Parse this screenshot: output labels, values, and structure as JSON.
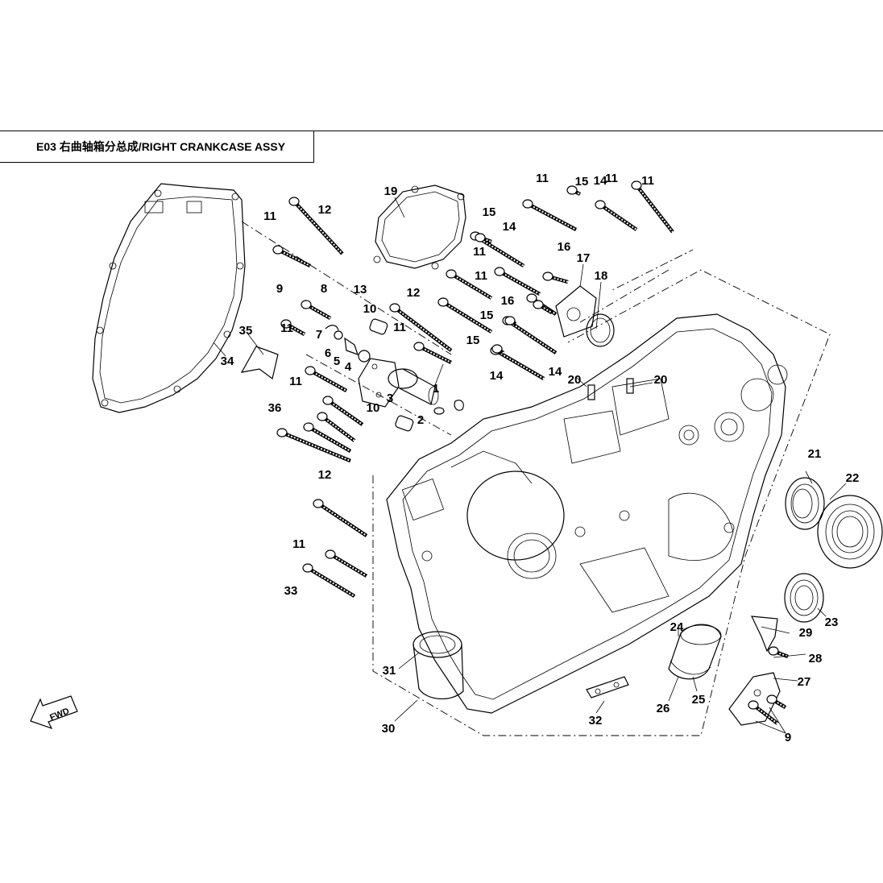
{
  "title": "E03 右曲轴箱分总成/RIGHT CRANKCASE ASSY",
  "fwd_label": "FWD",
  "callouts": [
    {
      "id": "c1",
      "text": "1"
    },
    {
      "id": "c2",
      "text": "2"
    },
    {
      "id": "c3",
      "text": "3"
    },
    {
      "id": "c4",
      "text": "4"
    },
    {
      "id": "c5",
      "text": "5"
    },
    {
      "id": "c6",
      "text": "6"
    },
    {
      "id": "c7",
      "text": "7"
    },
    {
      "id": "c8",
      "text": "8"
    },
    {
      "id": "c9a",
      "text": "9"
    },
    {
      "id": "c9b",
      "text": "9"
    },
    {
      "id": "c10a",
      "text": "10"
    },
    {
      "id": "c10b",
      "text": "10"
    },
    {
      "id": "c11a",
      "text": "11"
    },
    {
      "id": "c11b",
      "text": "11"
    },
    {
      "id": "c11c",
      "text": "11"
    },
    {
      "id": "c11d",
      "text": "11"
    },
    {
      "id": "c11e",
      "text": "11"
    },
    {
      "id": "c11f",
      "text": "11"
    },
    {
      "id": "c11g",
      "text": "11"
    },
    {
      "id": "c11h",
      "text": "11"
    },
    {
      "id": "c11i",
      "text": "11"
    },
    {
      "id": "c11j",
      "text": "11"
    },
    {
      "id": "c12a",
      "text": "12"
    },
    {
      "id": "c12b",
      "text": "12"
    },
    {
      "id": "c12c",
      "text": "12"
    },
    {
      "id": "c13",
      "text": "13"
    },
    {
      "id": "c14a",
      "text": "14"
    },
    {
      "id": "c14b",
      "text": "14"
    },
    {
      "id": "c14c",
      "text": "14"
    },
    {
      "id": "c14d",
      "text": "14"
    },
    {
      "id": "c15a",
      "text": "15"
    },
    {
      "id": "c15b",
      "text": "15"
    },
    {
      "id": "c15c",
      "text": "15"
    },
    {
      "id": "c15d",
      "text": "15"
    },
    {
      "id": "c16a",
      "text": "16"
    },
    {
      "id": "c16b",
      "text": "16"
    },
    {
      "id": "c17",
      "text": "17"
    },
    {
      "id": "c18",
      "text": "18"
    },
    {
      "id": "c19",
      "text": "19"
    },
    {
      "id": "c20a",
      "text": "20"
    },
    {
      "id": "c20b",
      "text": "20"
    },
    {
      "id": "c21",
      "text": "21"
    },
    {
      "id": "c22",
      "text": "22"
    },
    {
      "id": "c23",
      "text": "23"
    },
    {
      "id": "c24",
      "text": "24"
    },
    {
      "id": "c25",
      "text": "25"
    },
    {
      "id": "c26",
      "text": "26"
    },
    {
      "id": "c27",
      "text": "27"
    },
    {
      "id": "c28",
      "text": "28"
    },
    {
      "id": "c29",
      "text": "29"
    },
    {
      "id": "c30",
      "text": "30"
    },
    {
      "id": "c31",
      "text": "31"
    },
    {
      "id": "c32",
      "text": "32"
    },
    {
      "id": "c33",
      "text": "33"
    },
    {
      "id": "c34",
      "text": "34"
    },
    {
      "id": "c35",
      "text": "35"
    },
    {
      "id": "c36",
      "text": "36"
    }
  ]
}
